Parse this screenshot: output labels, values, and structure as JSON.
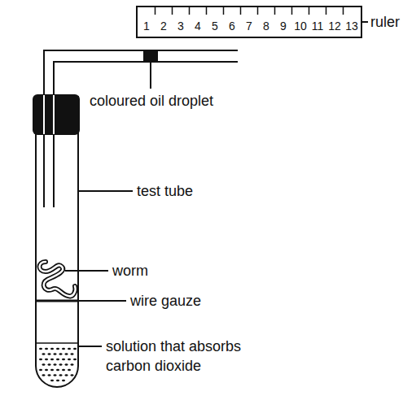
{
  "diagram": {
    "labels": [
      "1",
      "2",
      "3",
      "4",
      "5",
      "6",
      "7",
      "8",
      "9",
      "10",
      "11",
      "12",
      "13",
      "ruler",
      "coloured oil droplet",
      "test tube",
      "worm",
      "wire gauze",
      "solution that absorbs carbon dioxide"
    ]
  }
}
